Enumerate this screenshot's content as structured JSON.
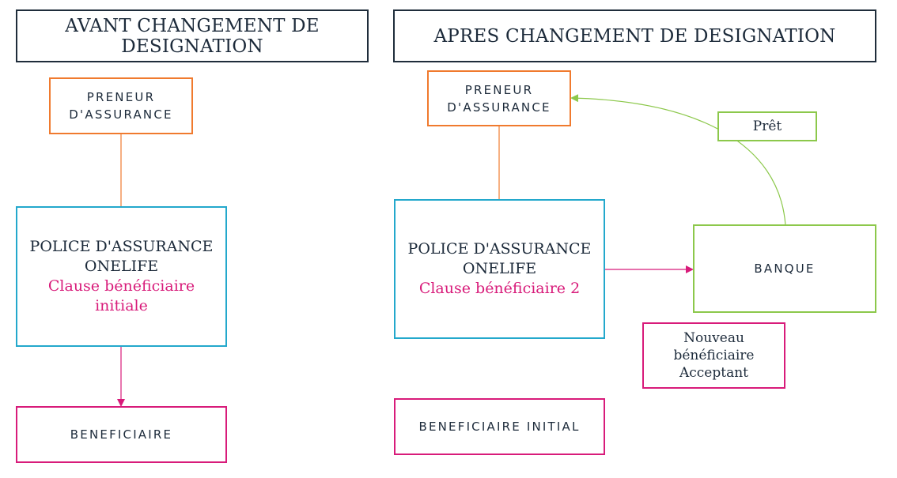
{
  "colors": {
    "title_border": "#1f2d3b",
    "preneur_border": "#f07a2e",
    "policy_border": "#23a8cc",
    "beneficiaire_border": "#d81b7a",
    "banque_border": "#8cc84b",
    "clause_text": "#d81b7a"
  },
  "left": {
    "title_line1": "AVANT CHANGEMENT DE",
    "title_line2": "DESIGNATION",
    "preneur_line1": "PRENEUR",
    "preneur_line2": "D'ASSURANCE",
    "policy_line1": "POLICE D'ASSURANCE",
    "policy_line2": "ONELIFE",
    "clause_line1": "Clause bénéficiaire",
    "clause_line2": "initiale",
    "beneficiaire": "BENEFICIAIRE"
  },
  "right": {
    "title": "APRES CHANGEMENT DE DESIGNATION",
    "preneur_line1": "PRENEUR",
    "preneur_line2": "D'ASSURANCE",
    "pret": "Prêt",
    "policy_line1": "POLICE D'ASSURANCE",
    "policy_line2": "ONELIFE",
    "clause": "Clause bénéficiaire 2",
    "banque": "BANQUE",
    "nouveau_line1": "Nouveau",
    "nouveau_line2": "bénéficiaire",
    "nouveau_line3": "Acceptant",
    "beneficiaire_initial": "BENEFICIAIRE INITIAL"
  }
}
